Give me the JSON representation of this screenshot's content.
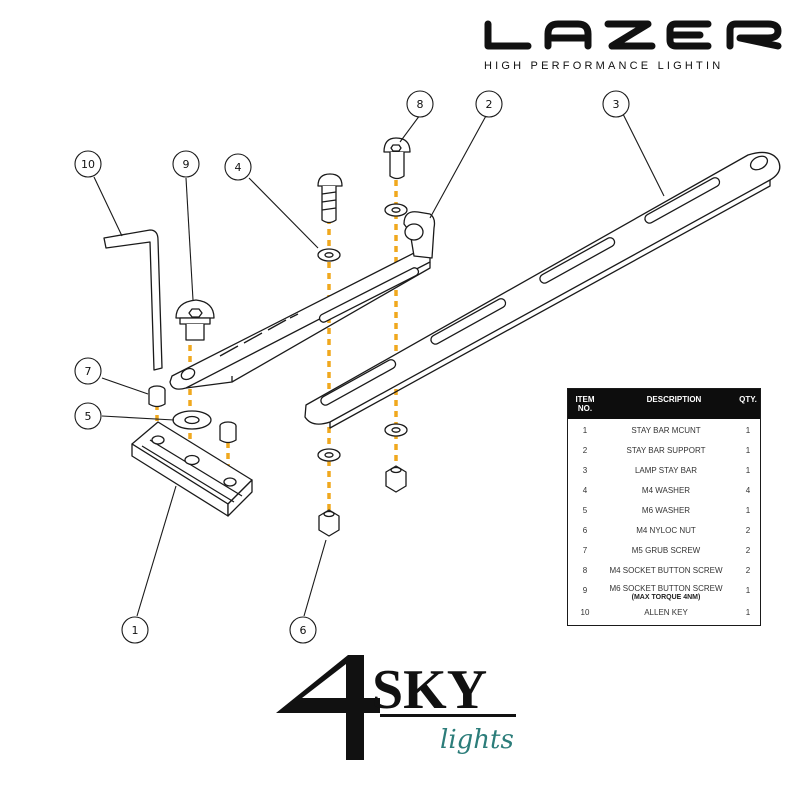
{
  "brand": {
    "wordmark": "LAZER",
    "tagline": "HIGH PERFORMANCE LIGHTIN"
  },
  "callouts": [
    {
      "number": "10"
    },
    {
      "number": "9"
    },
    {
      "number": "4"
    },
    {
      "number": "8"
    },
    {
      "number": "2"
    },
    {
      "number": "3"
    },
    {
      "number": "7"
    },
    {
      "number": "5"
    },
    {
      "number": "1"
    },
    {
      "number": "6"
    }
  ],
  "parts_table": {
    "headers": {
      "item": "ITEM NO.",
      "description": "DESCRIPTION",
      "qty": "QTY."
    },
    "rows": [
      {
        "item": "1",
        "description": "STAY BAR MCUNT",
        "qty": "1"
      },
      {
        "item": "2",
        "description": "STAY BAR SUPPORT",
        "qty": "1"
      },
      {
        "item": "3",
        "description": "LAMP STAY BAR",
        "qty": "1"
      },
      {
        "item": "4",
        "description": "M4 WASHER",
        "qty": "4"
      },
      {
        "item": "5",
        "description": "M6 WASHER",
        "qty": "1"
      },
      {
        "item": "6",
        "description": "M4 NYLOC NUT",
        "qty": "2"
      },
      {
        "item": "7",
        "description": "M5 GRUB SCREW",
        "qty": "2"
      },
      {
        "item": "8",
        "description": "M4 SOCKET BUTTON SCREW",
        "qty": "2"
      },
      {
        "item": "9",
        "description": "M6 SOCKET BUTTON SCREW",
        "note": "(MAX TORQUE 4NM)",
        "qty": "1"
      },
      {
        "item": "10",
        "description": "ALLEN KEY",
        "qty": "1"
      }
    ]
  },
  "dealer_logo": {
    "numeral": "4",
    "word": "SKY",
    "script": "lights"
  },
  "colors": {
    "line": "#1a1a1a",
    "axis_dash": "#f0a81e",
    "logo_dark": "#111111",
    "logo_teal": "#2c7d7a"
  }
}
